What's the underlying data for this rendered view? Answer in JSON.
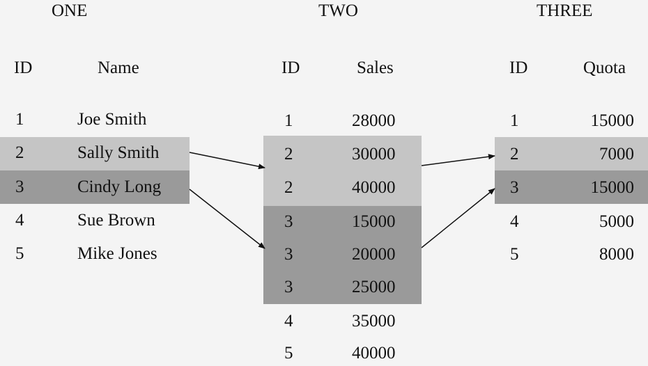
{
  "colors": {
    "background": "#f4f4f4",
    "highlight_light": "#c5c5c5",
    "highlight_dark": "#9a9a9a",
    "text": "#111111",
    "arrow": "#111111"
  },
  "tables": [
    {
      "title": "ONE",
      "headers": [
        "ID",
        "Name"
      ],
      "rows": [
        [
          "1",
          "Joe Smith"
        ],
        [
          "2",
          "Sally Smith"
        ],
        [
          "3",
          "Cindy Long"
        ],
        [
          "4",
          "Sue Brown"
        ],
        [
          "5",
          "Mike Jones"
        ]
      ]
    },
    {
      "title": "TWO",
      "headers": [
        "ID",
        "Sales"
      ],
      "rows": [
        [
          "1",
          "28000"
        ],
        [
          "2",
          "30000"
        ],
        [
          "2",
          "40000"
        ],
        [
          "3",
          "15000"
        ],
        [
          "3",
          "20000"
        ],
        [
          "3",
          "25000"
        ],
        [
          "4",
          "35000"
        ],
        [
          "5",
          "40000"
        ]
      ]
    },
    {
      "title": "THREE",
      "headers": [
        "ID",
        "Quota"
      ],
      "rows": [
        [
          "1",
          "15000"
        ],
        [
          "2",
          "7000"
        ],
        [
          "3",
          "15000"
        ],
        [
          "4",
          "5000"
        ],
        [
          "5",
          "8000"
        ]
      ]
    }
  ]
}
